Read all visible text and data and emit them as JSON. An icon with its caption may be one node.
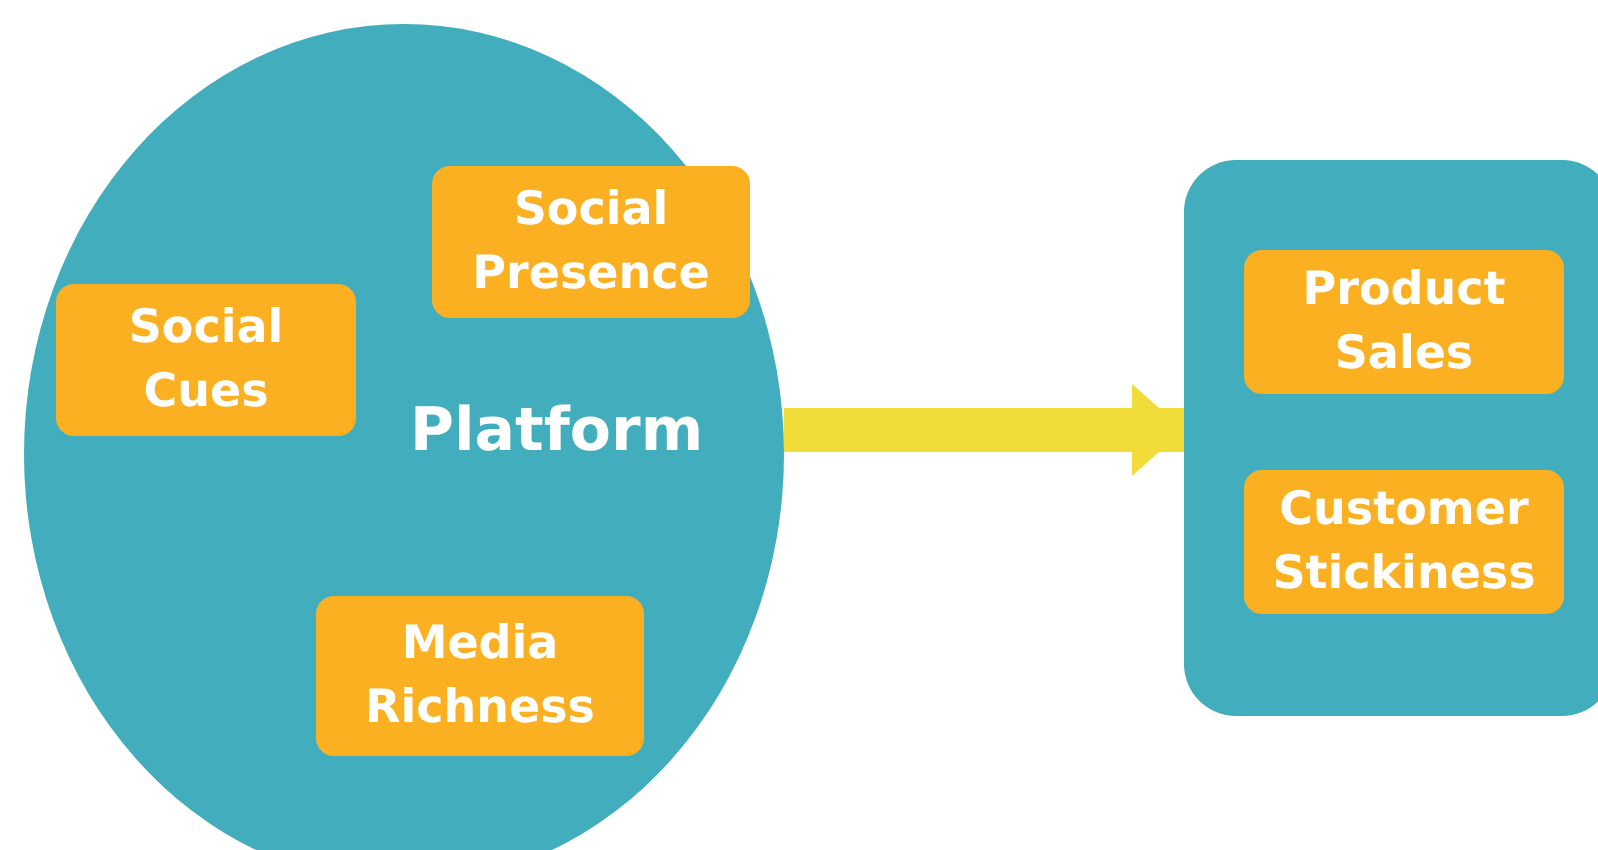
{
  "diagram": {
    "nodes": [
      {
        "text": [
          "Platform"
        ]
      },
      {
        "text": [
          "Social Presence"
        ],
        "in": 0
      },
      {
        "text": [
          "Social Cues"
        ],
        "in": 0
      },
      {
        "text": [
          "Media Richness"
        ],
        "in": 0
      },
      {
        "text": [],
        "shape": "box"
      },
      {
        "text": [
          "Product Sales"
        ],
        "in": 4
      },
      {
        "text": [
          "Customer Stickiness"
        ],
        "in": 4
      }
    ],
    "edges": [
      {
        "from": 0,
        "to": 4,
        "arrow": "to"
      }
    ]
  }
}
